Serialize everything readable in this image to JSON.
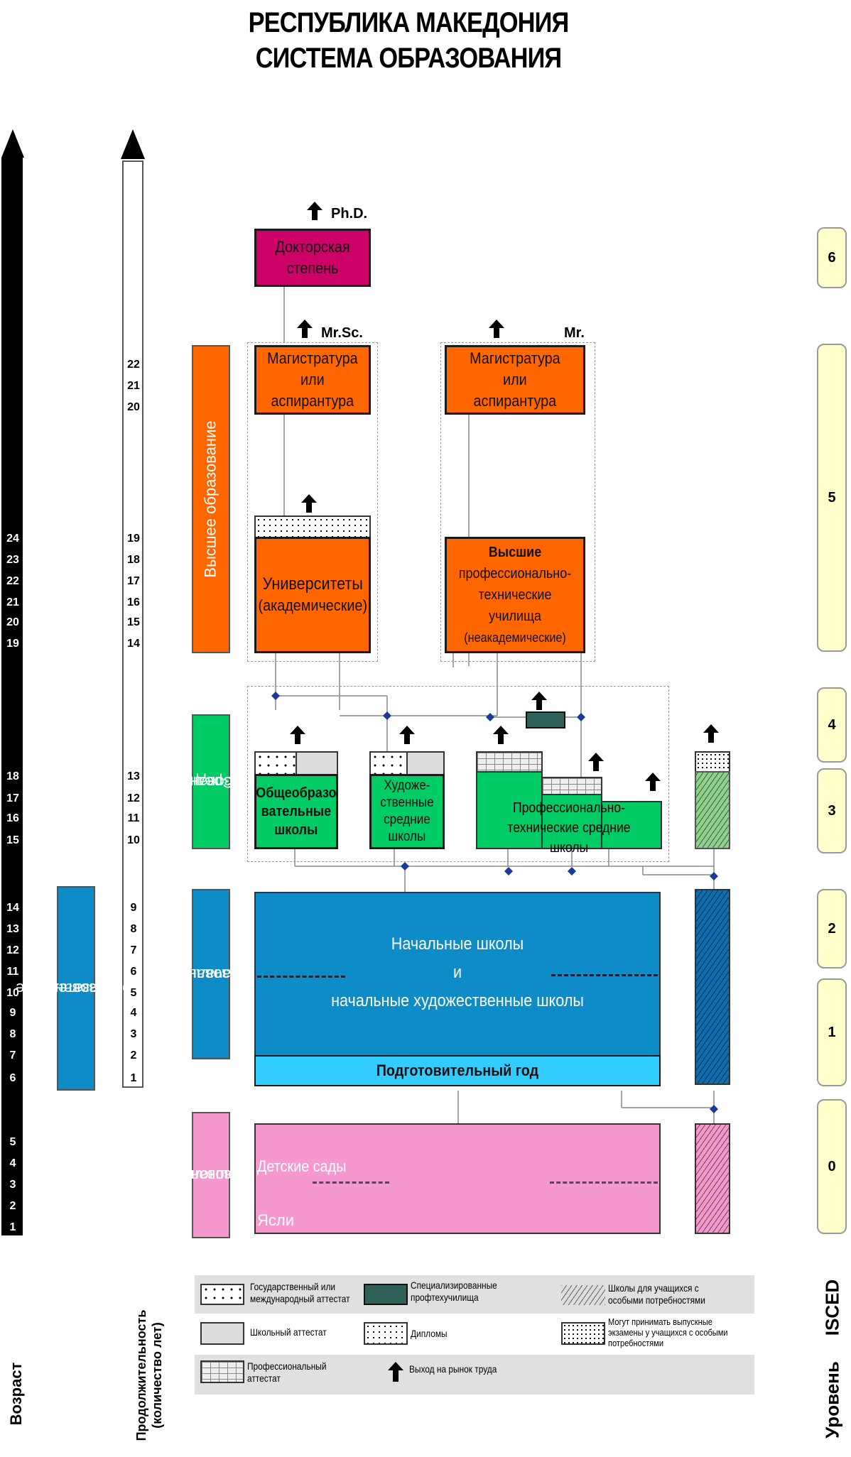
{
  "title": {
    "line1": "РЕСПУБЛИКА МАКЕДОНИЯ",
    "line2": "СИСТЕМА ОБРАЗОВАНИЯ"
  },
  "axis": {
    "age_label": "Возраст",
    "duration_label": "Продолжительность (количество лет)",
    "isced_label": "ISCED",
    "level_label": "Уровень"
  },
  "ages": [
    "24",
    "23",
    "22",
    "21",
    "20",
    "19",
    "18",
    "17",
    "16",
    "15",
    "14",
    "13",
    "12",
    "11",
    "10",
    "9",
    "8",
    "7",
    "6",
    "5",
    "4",
    "3",
    "2",
    "1"
  ],
  "durations": [
    "22",
    "21",
    "20",
    "19",
    "18",
    "17",
    "16",
    "15",
    "14",
    "13",
    "12",
    "11",
    "10",
    "9",
    "8",
    "7",
    "6",
    "5",
    "4",
    "3",
    "2",
    "1"
  ],
  "isced_levels": [
    "6",
    "5",
    "4",
    "3",
    "2",
    "1",
    "0"
  ],
  "side_labels": {
    "higher": "Высшее образование",
    "secondary_l1": "Среднее",
    "secondary_l2": "образование",
    "primary_l1": "Начальное",
    "primary_l2": "обра зование",
    "compulsory_l1": "Обязательное",
    "compulsory_l2": "образование",
    "preschool_l1": "Дошкольное",
    "preschool_l2": "образование"
  },
  "boxes": {
    "doctoral": "Докторская степень",
    "phd": "Ph.D.",
    "mrsc": "Mr.Sc.",
    "mr": "Mr.",
    "masters_l1": "Магистратура",
    "masters_l2": "или",
    "masters_l3": "аспирантура",
    "universities_l1": "Университеты",
    "universities_l2": "(академические)",
    "higher_voc_l1": "Высшие",
    "higher_voc_l2": "профессионально-",
    "higher_voc_l3": "технические",
    "higher_voc_l4": "училища",
    "higher_voc_l5": "(неакадемические)",
    "general_l1": "Общеобразо",
    "general_l2": "вательные",
    "general_l3": "школы",
    "art_l1": "Художе-",
    "art_l2": "ственные",
    "art_l3": "средние",
    "art_l4": "школы",
    "voc_secondary_l1": "Профессионально-",
    "voc_secondary_l2": "технические средние школы",
    "primary_l1": "Начальные школы",
    "primary_l2": "и",
    "primary_l3": "начальные художественные школы",
    "prep_year": "Подготовительный год",
    "kindergarten": "Детские сады",
    "nursery": "Ясли"
  },
  "legend": [
    {
      "key": "state_cert",
      "text_l1": "Государственный или",
      "text_l2": "международный аттестат"
    },
    {
      "key": "specialized",
      "text_l1": "Специализированные",
      "text_l2": "профтехучилища"
    },
    {
      "key": "special_needs",
      "text_l1": "Школы для учащихся с",
      "text_l2": "особыми потребностями"
    },
    {
      "key": "school_cert",
      "text_l1": "Школьный аттестат",
      "text_l2": ""
    },
    {
      "key": "diplomas",
      "text_l1": "Дипломы",
      "text_l2": ""
    },
    {
      "key": "special_exams",
      "text_l1": "Могут принимать выпускные",
      "text_l2": "экзамены у учащихся с особыми",
      "text_l3": "потребностями"
    },
    {
      "key": "prof_cert",
      "text_l1": "Профессиональный",
      "text_l2": "аттестат"
    },
    {
      "key": "labour",
      "text_l1": "Выход на рынок труда",
      "text_l2": ""
    }
  ],
  "colors": {
    "orange": "#ff6600",
    "green": "#00cc66",
    "blue": "#0e8cc8",
    "lightblue": "#33ccff",
    "pink": "#f598cd",
    "magenta": "#cc0066",
    "isced_fill": "#ffffcc",
    "connector": "#1a3a99"
  }
}
